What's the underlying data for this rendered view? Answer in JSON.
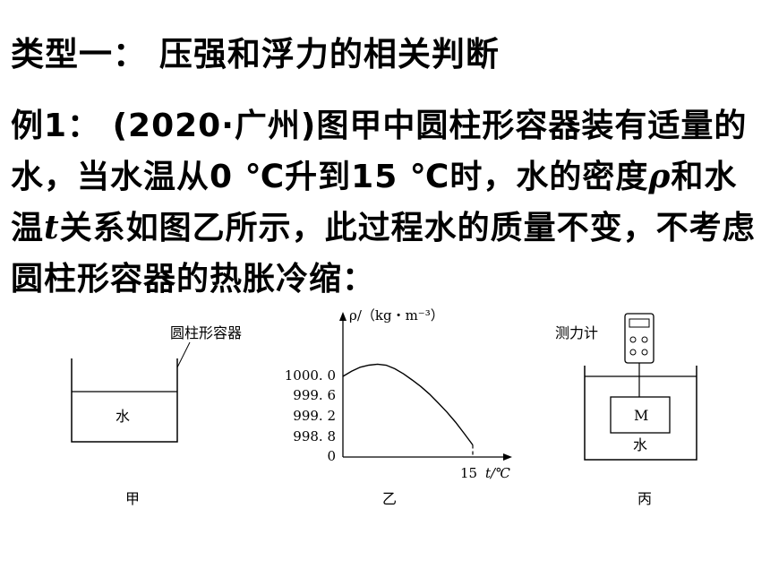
{
  "heading": "类型一：  压强和浮力的相关判断",
  "problem": {
    "part1": "例1：  (2020·广州)图甲中圆柱形容器装有适量的水，当水温从0 ℃升到15 ℃时，水的密度",
    "rho": "ρ",
    "part2": "和水温",
    "t": "t",
    "part3": "关系如图乙所示，此过程水的质量不变，不考虑圆柱形容器的热胀冷缩："
  },
  "figure_jia": {
    "container_label": "圆柱形容器",
    "water_label": "水",
    "caption": "甲"
  },
  "figure_yi": {
    "caption": "乙",
    "chart_data": {
      "type": "line",
      "ylabel": "ρ/（kg・m⁻³）",
      "xlabel": "t/℃",
      "x_tick_labels": [
        "15"
      ],
      "y_tick_labels": [
        "1000. 0",
        "999. 6",
        "999. 2",
        "998. 8",
        "0"
      ],
      "y_tick_values": [
        1000.0,
        999.6,
        999.2,
        998.8
      ],
      "xlim": [
        0,
        15
      ],
      "x": [
        0,
        1,
        2,
        3,
        4,
        5,
        6,
        7,
        8,
        9,
        10,
        11,
        12,
        13,
        14,
        15
      ],
      "y": [
        1000.0,
        1000.1,
        1000.18,
        1000.22,
        1000.24,
        1000.22,
        1000.15,
        1000.05,
        999.93,
        999.8,
        999.65,
        999.48,
        999.3,
        999.1,
        998.88,
        998.65
      ]
    }
  },
  "figure_bing": {
    "meter_label": "测力计",
    "block_label": "M",
    "water_label": "水",
    "caption": "丙"
  }
}
